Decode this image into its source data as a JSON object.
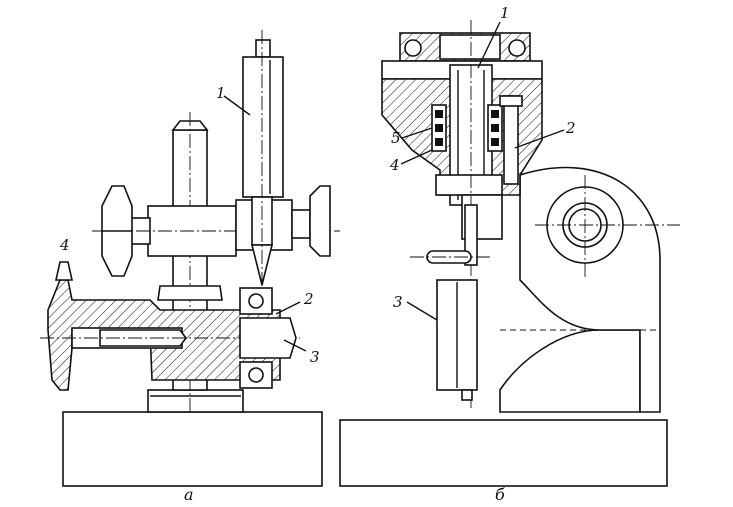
{
  "diagram": {
    "panel_a": {
      "caption": "а",
      "callouts": {
        "c1": "1",
        "c2": "2",
        "c3": "3",
        "c4": "4"
      }
    },
    "panel_b": {
      "caption": "б",
      "callouts": {
        "c1": "1",
        "c2": "2",
        "c3": "3",
        "c4": "4",
        "c5": "5"
      }
    }
  }
}
